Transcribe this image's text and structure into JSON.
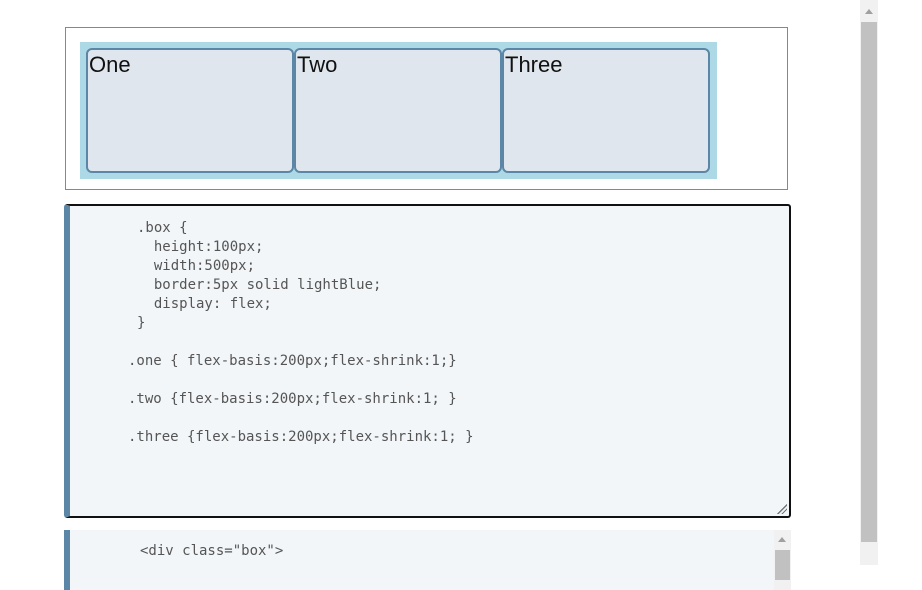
{
  "preview": {
    "items": [
      "One",
      "Two",
      "Three"
    ]
  },
  "css_editor": {
    "lines": [
      ".box {",
      "  height:100px;",
      "  width:500px;",
      "  border:5px solid lightBlue;",
      "  display: flex;",
      "}",
      ".one { flex-basis:200px;flex-shrink:1;}",
      ".two {flex-basis:200px;flex-shrink:1; }",
      ".three {flex-basis:200px;flex-shrink:1; }"
    ]
  },
  "html_editor": {
    "lines": [
      "<div class=\"box\">"
    ]
  },
  "colors": {
    "container_border": "#add8e6",
    "item_border": "#5b86a6",
    "item_background": "#e0e6ed",
    "editor_background": "#f2f6f9"
  }
}
